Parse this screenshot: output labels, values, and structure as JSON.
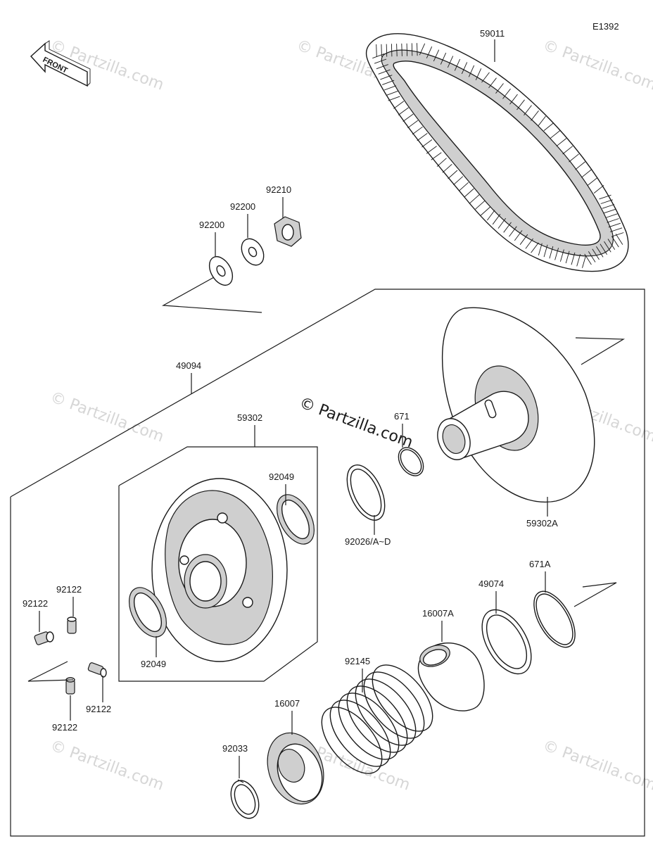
{
  "diagram_code": "E1392",
  "front_arrow_label": "FRONT",
  "watermark": "© Partzilla.com",
  "center_watermark": "© Partzilla.com",
  "parts": {
    "belt": "59011",
    "nut": "92210",
    "washer_upper": "92200",
    "washer_lower": "92200",
    "driven_assembly": "49094",
    "sheave_assy": "59302",
    "oil_seal_upper": "92049",
    "oil_seal_lower": "92049",
    "snap_ring": "671",
    "shim": "92026/A~D",
    "fixed_sheave": "59302A",
    "grease_fitting_1": "92122",
    "grease_fitting_2": "92122",
    "grease_fitting_3": "92122",
    "grease_fitting_4": "92122",
    "ring_671a": "671A",
    "washer_49074": "49074",
    "cam_16007a": "16007A",
    "spring": "92145",
    "cam_16007": "16007",
    "circlip": "92033"
  }
}
